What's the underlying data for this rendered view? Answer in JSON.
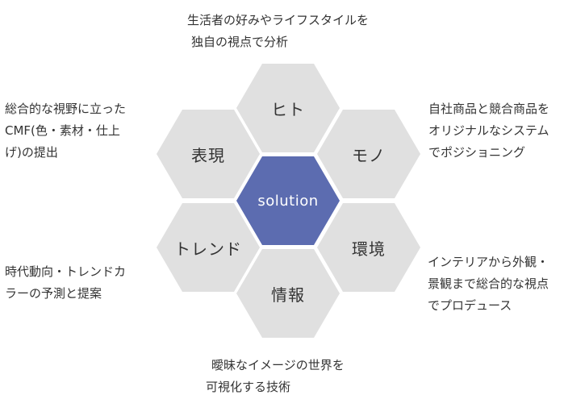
{
  "diagram": {
    "center": {
      "label": "solution",
      "color": "#5c6cb0",
      "text_color": "#ffffff"
    },
    "hexagons": [
      {
        "id": "hito",
        "label": "ヒト",
        "position": "top"
      },
      {
        "id": "mono",
        "label": "モノ",
        "position": "top-right"
      },
      {
        "id": "kankyo",
        "label": "環境",
        "position": "bottom-right"
      },
      {
        "id": "joho",
        "label": "情報",
        "position": "bottom"
      },
      {
        "id": "trend",
        "label": "トレンド",
        "position": "bottom-left"
      },
      {
        "id": "hyogen",
        "label": "表現",
        "position": "top-left"
      }
    ],
    "hex_color": "#e0e0e0",
    "label_color": "#333333"
  },
  "annotations": {
    "top": {
      "lines": [
        "生活者の好みやライフスタイルを",
        "独自の視点で分析"
      ]
    },
    "top_right": {
      "lines": [
        "自社商品と競合商品を",
        "オリジナルなシステム",
        "でポジショニング"
      ]
    },
    "bottom_right": {
      "lines": [
        "インテリアから外観・",
        "景観まで総合的な視点",
        "でプロデュース"
      ]
    },
    "bottom": {
      "lines": [
        "曖昧なイメージの世界を",
        "可視化する技術"
      ]
    },
    "bottom_left": {
      "lines": [
        "時代動向・トレンドカ",
        "ラーの予測と提案"
      ]
    },
    "top_left": {
      "lines": [
        "総合的な視野に立った",
        "CMF(色・素材・仕上",
        "げ)の提出"
      ]
    }
  }
}
